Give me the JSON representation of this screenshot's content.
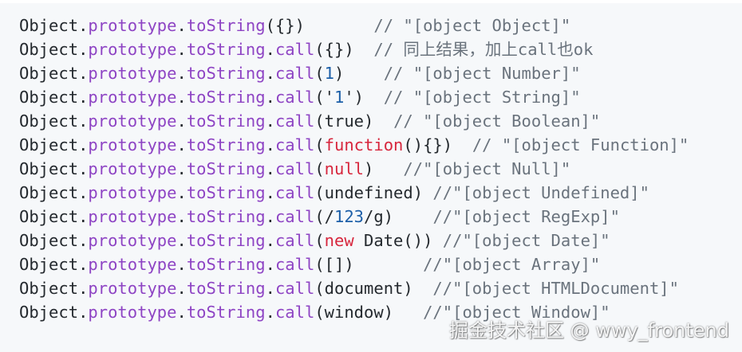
{
  "code": {
    "lines": [
      {
        "args": "({})",
        "comment_gap": "       ",
        "comment": "// \"[object Object]\"",
        "has_call": false,
        "tokens": []
      },
      {
        "args": "({})",
        "comment_gap": "  ",
        "comment": "// 同上结果，加上call也ok",
        "has_call": true
      },
      {
        "args": "(1)",
        "comment_gap": "    ",
        "comment": "// \"[object Number]\"",
        "has_call": true
      },
      {
        "args": "('1')",
        "comment_gap": "  ",
        "comment": "// \"[object String]\"",
        "has_call": true
      },
      {
        "args": "(true)",
        "comment_gap": "  ",
        "comment": "// \"[object Boolean]\"",
        "has_call": true
      },
      {
        "args": "(function(){})",
        "comment_gap": "  ",
        "comment": "// \"[object Function]\"",
        "has_call": true
      },
      {
        "args": "(null)",
        "comment_gap": "   ",
        "comment": "//\"[object Null]\"",
        "has_call": true
      },
      {
        "args": "(undefined)",
        "comment_gap": " ",
        "comment": "//\"[object Undefined]\"",
        "has_call": true
      },
      {
        "args": "(/123/g)",
        "comment_gap": "    ",
        "comment": "//\"[object RegExp]\"",
        "has_call": true
      },
      {
        "args": "(new Date())",
        "comment_gap": " ",
        "comment": "//\"[object Date]\"",
        "has_call": true
      },
      {
        "args": "([])",
        "comment_gap": "       ",
        "comment": "//\"[object Array]\"",
        "has_call": true
      },
      {
        "args": "(document)",
        "comment_gap": "  ",
        "comment": "//\"[object HTMLDocument]\"",
        "has_call": true
      },
      {
        "args": "(window)",
        "comment_gap": "   ",
        "comment": "//\"[object Window]\"",
        "has_call": true
      }
    ],
    "prefix_object": "Object",
    "prefix_prototype": "prototype",
    "prefix_tostring": "toString",
    "call_word": "call",
    "dot": "."
  },
  "watermark": {
    "text": "掘金技术社区 @ wwy_frontend"
  },
  "colors": {
    "background": "#f6f8fa",
    "text": "#24292e",
    "property": "#8e44c4",
    "keyword": "#d7263d",
    "number": "#1c5fa8",
    "comment": "#6a737d"
  }
}
